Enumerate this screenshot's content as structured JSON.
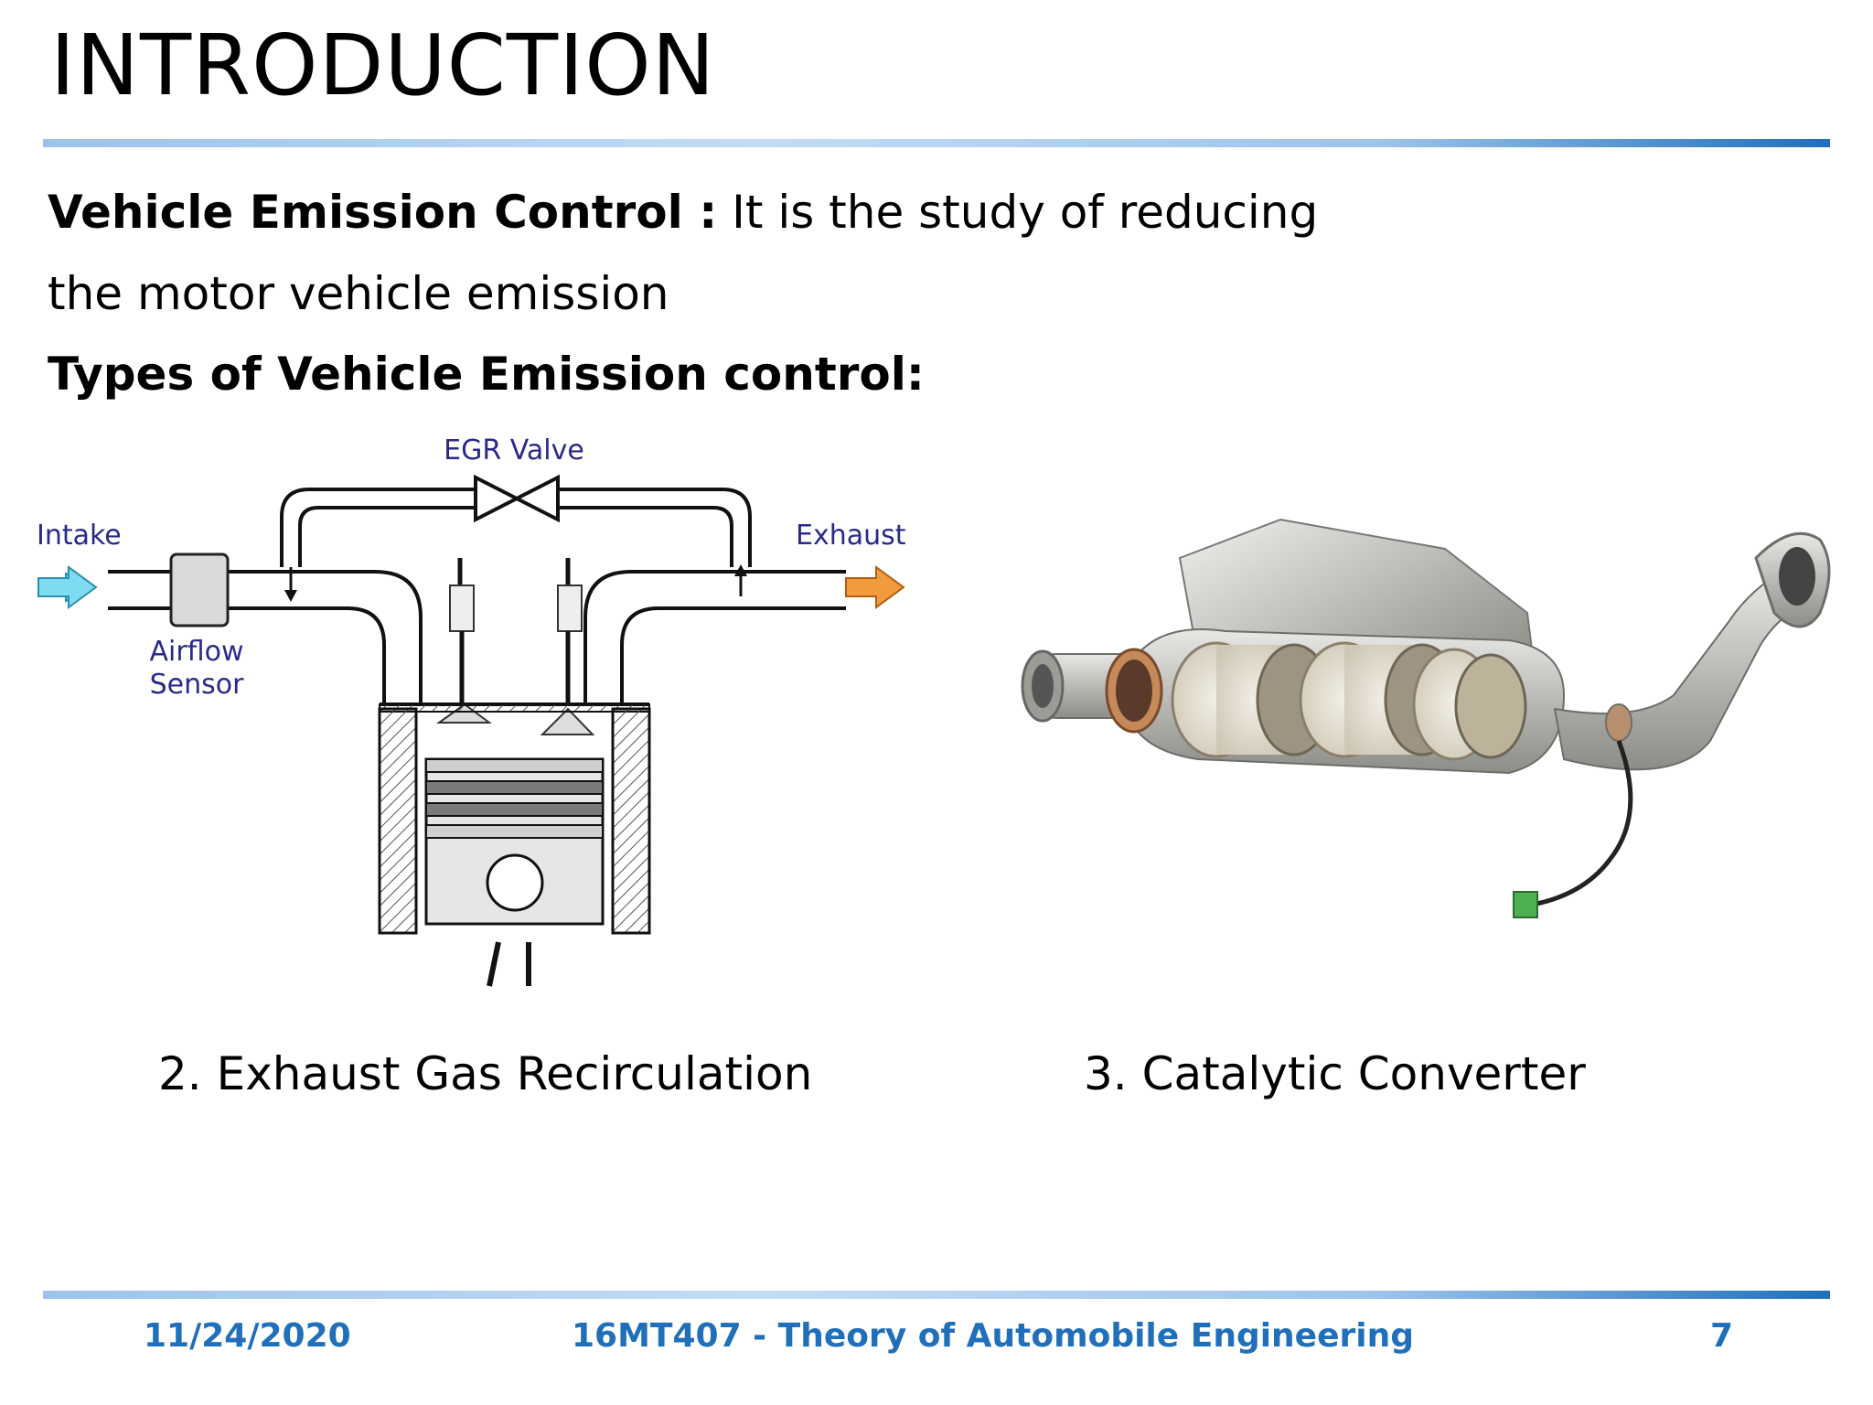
{
  "slide": {
    "title": "INTRODUCTION",
    "definition_term": "Vehicle Emission Control :",
    "definition_text": " It is the study of reducing",
    "definition_text_cont": "the motor vehicle emission",
    "types_heading": "Types of Vehicle Emission control:"
  },
  "egr_diagram": {
    "labels": {
      "egr_valve": "EGR Valve",
      "intake": "Intake",
      "exhaust": "Exhaust",
      "airflow_line1": "Airflow",
      "airflow_line2": "Sensor"
    },
    "colors": {
      "label_text": "#2a2a8a",
      "intake_arrow": "#7fdcf0",
      "exhaust_arrow": "#f39a3c"
    }
  },
  "captions": {
    "egr": "2. Exhaust Gas Recirculation",
    "catalytic": "3. Catalytic Converter"
  },
  "footer": {
    "date": "11/24/2020",
    "course": "16MT407 - Theory of Automobile Engineering",
    "page": "7"
  },
  "colors": {
    "accent": "#1f6fba",
    "rule_light": "#9cc3ea"
  }
}
